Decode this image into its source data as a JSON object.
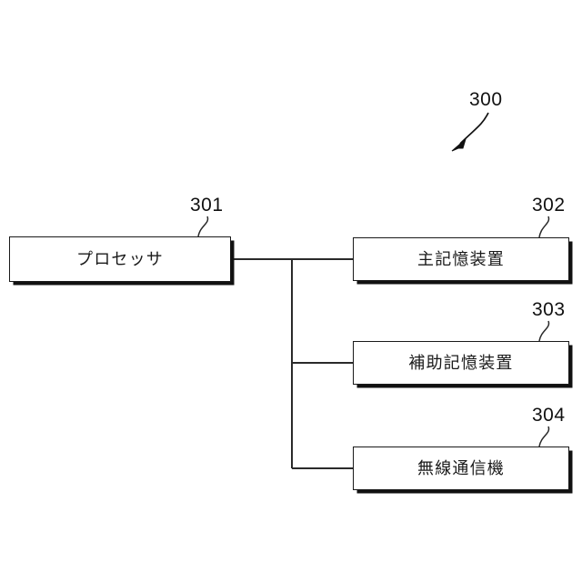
{
  "figure": {
    "number": "300",
    "description": "Block diagram of a computer apparatus",
    "background_color": "#ffffff",
    "line_color": "#1a1a1a"
  },
  "blocks": [
    {
      "ref": "301",
      "label": "プロセッサ",
      "side": "left"
    },
    {
      "ref": "302",
      "label": "主記憶装置",
      "side": "right"
    },
    {
      "ref": "303",
      "label": "補助記憶装置",
      "side": "right"
    },
    {
      "ref": "304",
      "label": "無線通信機",
      "side": "right"
    }
  ],
  "connections": {
    "bus_label": "",
    "from": "301",
    "to": [
      "302",
      "303",
      "304"
    ]
  }
}
